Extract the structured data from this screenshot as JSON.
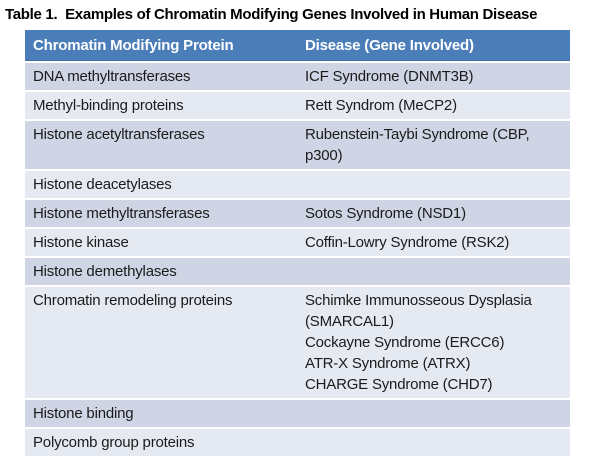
{
  "title": "Table 1.  Examples of Chromatin Modifying Genes Involved in Human Disease",
  "colors": {
    "header_bg": "#4b7db9",
    "header_text": "#ffffff",
    "row_band_dark": "#cfd5e5",
    "row_band_light": "#e5e9f1",
    "body_text": "#1b1b1b",
    "title_text": "#000000",
    "background": "#ffffff"
  },
  "chart_data": {
    "type": "table",
    "title": "Table 1.  Examples of Chromatin Modifying Genes Involved in Human Disease",
    "columns": [
      "Chromatin Modifying Protein",
      "Disease (Gene Involved)"
    ],
    "layout_hints": {
      "banded_rows": true,
      "band_order": "odd rows dark, even rows light",
      "header_style": "white bold text on steel blue"
    },
    "rows": [
      {
        "protein": "DNA methyltransferases",
        "disease": [
          "ICF Syndrome (DNMT3B)"
        ]
      },
      {
        "protein": "Methyl-binding proteins",
        "disease": [
          "Rett Syndrom (MeCP2)"
        ]
      },
      {
        "protein": "Histone acetyltransferases",
        "disease": [
          "Rubenstein-Taybi Syndrome (CBP,",
          "p300)"
        ]
      },
      {
        "protein": "Histone deacetylases",
        "disease": []
      },
      {
        "protein": "Histone methyltransferases",
        "disease": [
          "Sotos Syndrome (NSD1)"
        ]
      },
      {
        "protein": "Histone kinase",
        "disease": [
          "Coffin-Lowry Syndrome (RSK2)"
        ]
      },
      {
        "protein": "Histone demethylases",
        "disease": []
      },
      {
        "protein": "Chromatin remodeling proteins",
        "disease": [
          "Schimke Immunosseous Dysplasia",
          "(SMARCAL1)",
          "Cockayne Syndrome (ERCC6)",
          "ATR-X Syndrome (ATRX)",
          "CHARGE Syndrome (CHD7)"
        ]
      },
      {
        "protein": "Histone binding",
        "disease": []
      },
      {
        "protein": "Polycomb group proteins",
        "disease": []
      }
    ]
  }
}
